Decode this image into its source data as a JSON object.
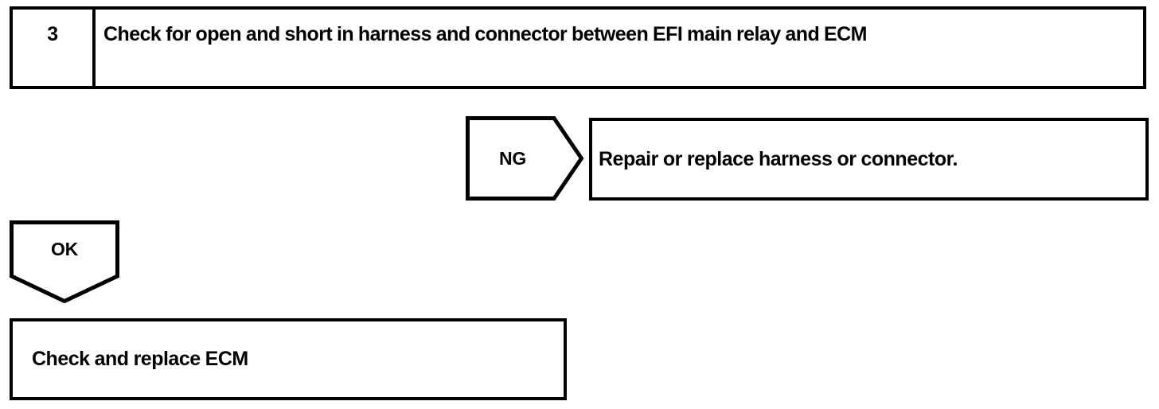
{
  "diagram": {
    "type": "troubleshooting-flowchart",
    "line_color": "#000000",
    "background_color": "#ffffff",
    "text_color": "#000000",
    "step": {
      "number": "3",
      "description": "Check for open and short in harness and connector between EFI main relay and ECM"
    },
    "branches": {
      "ng": {
        "label": "NG",
        "result_text": "Repair or replace harness or connector."
      },
      "ok": {
        "label": "OK",
        "result_text": "Check and replace ECM"
      }
    }
  }
}
